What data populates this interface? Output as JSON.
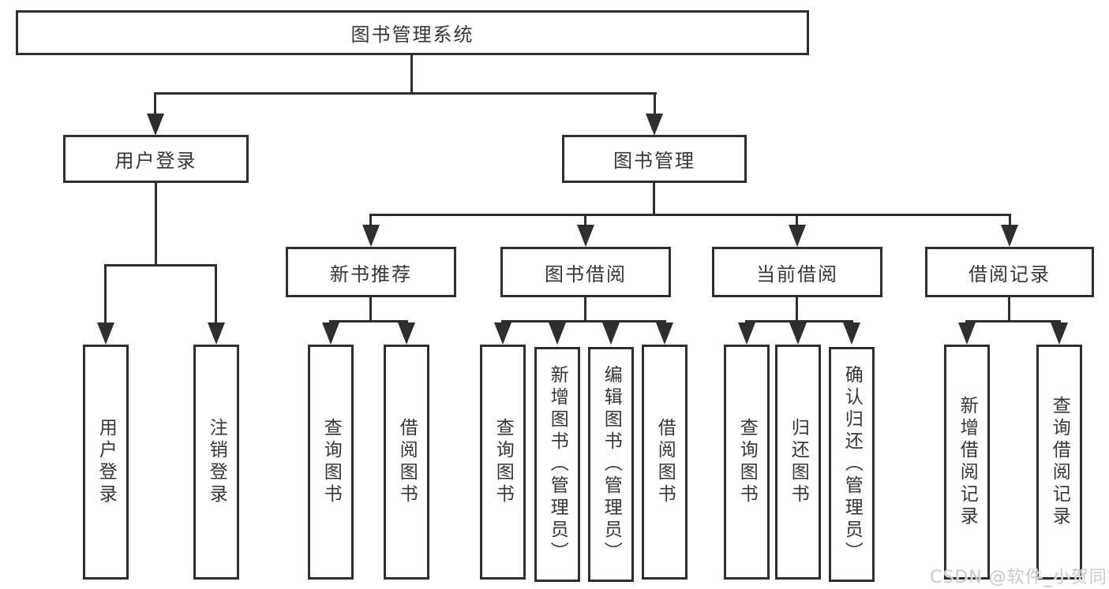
{
  "diagram_title": "图书管理系统",
  "colors": {
    "line": "#2e2e2e",
    "border": "#2e2e2e",
    "text": "#363636",
    "background": "#ffffff",
    "watermark": "#c9c9c9"
  },
  "tree": {
    "label": "图书管理系统",
    "children": [
      {
        "label": "用户登录",
        "children": [
          {
            "label": "用户登录"
          },
          {
            "label": "注销登录"
          }
        ]
      },
      {
        "label": "图书管理",
        "children": [
          {
            "label": "新书推荐",
            "children": [
              {
                "label": "查询图书"
              },
              {
                "label": "借阅图书"
              }
            ]
          },
          {
            "label": "图书借阅",
            "children": [
              {
                "label": "查询图书"
              },
              {
                "label": "新增图书（管理员）"
              },
              {
                "label": "编辑图书（管理员）"
              },
              {
                "label": "借阅图书"
              }
            ]
          },
          {
            "label": "当前借阅",
            "children": [
              {
                "label": "查询图书"
              },
              {
                "label": "归还图书"
              },
              {
                "label": "确认归还（管理员）"
              }
            ]
          },
          {
            "label": "借阅记录",
            "children": [
              {
                "label": "新增借阅记录"
              },
              {
                "label": "查询借阅记录"
              }
            ]
          }
        ]
      }
    ]
  },
  "watermark": {
    "text": "CSDN @软件_小贺同学"
  }
}
